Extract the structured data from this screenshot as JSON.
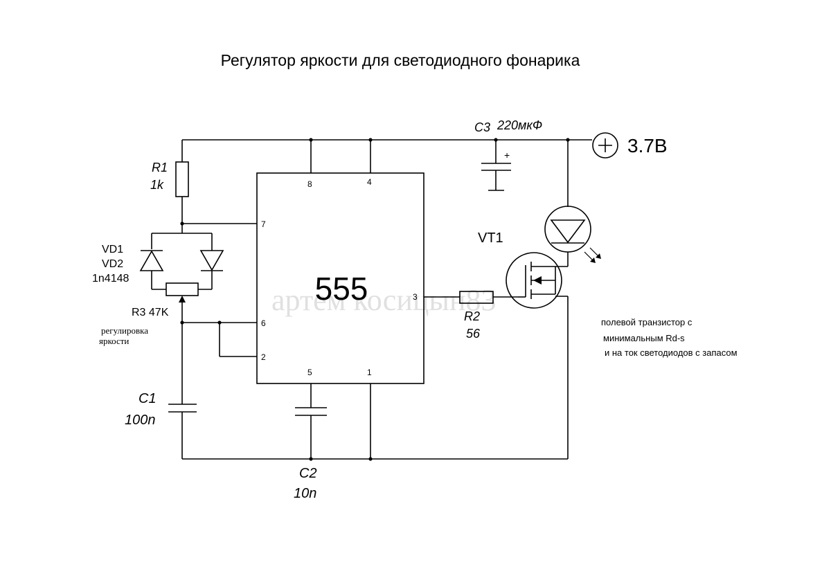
{
  "title": "Регулятор яркости для светодиодного фонарика",
  "ic": {
    "label": "555",
    "pins": {
      "p1": "1",
      "p2": "2",
      "p3": "3",
      "p4": "4",
      "p5": "5",
      "p6": "6",
      "p7": "7",
      "p8": "8"
    }
  },
  "components": {
    "r1": {
      "name": "R1",
      "value": "1k"
    },
    "vd": {
      "name1": "VD1",
      "name2": "VD2",
      "part": "1n4148"
    },
    "r3": {
      "label": "R3 47K",
      "note_line1": "регулировка",
      "note_line2": "яркости"
    },
    "c1": {
      "name": "C1",
      "value": "100n"
    },
    "c2": {
      "name": "C2",
      "value": "10n"
    },
    "c3": {
      "name": "C3",
      "value": "220мкФ",
      "polarity": "+"
    },
    "r2": {
      "name": "R2",
      "value": "56"
    },
    "vt1": {
      "name": "VT1"
    }
  },
  "supply": {
    "symbol": "+",
    "label": "3.7B"
  },
  "note": {
    "line1": "полевой транзистор с",
    "line2": "минимальным Rd-s",
    "line3": "и на ток светодиодов с запасом"
  },
  "watermark": "артем косицын83"
}
